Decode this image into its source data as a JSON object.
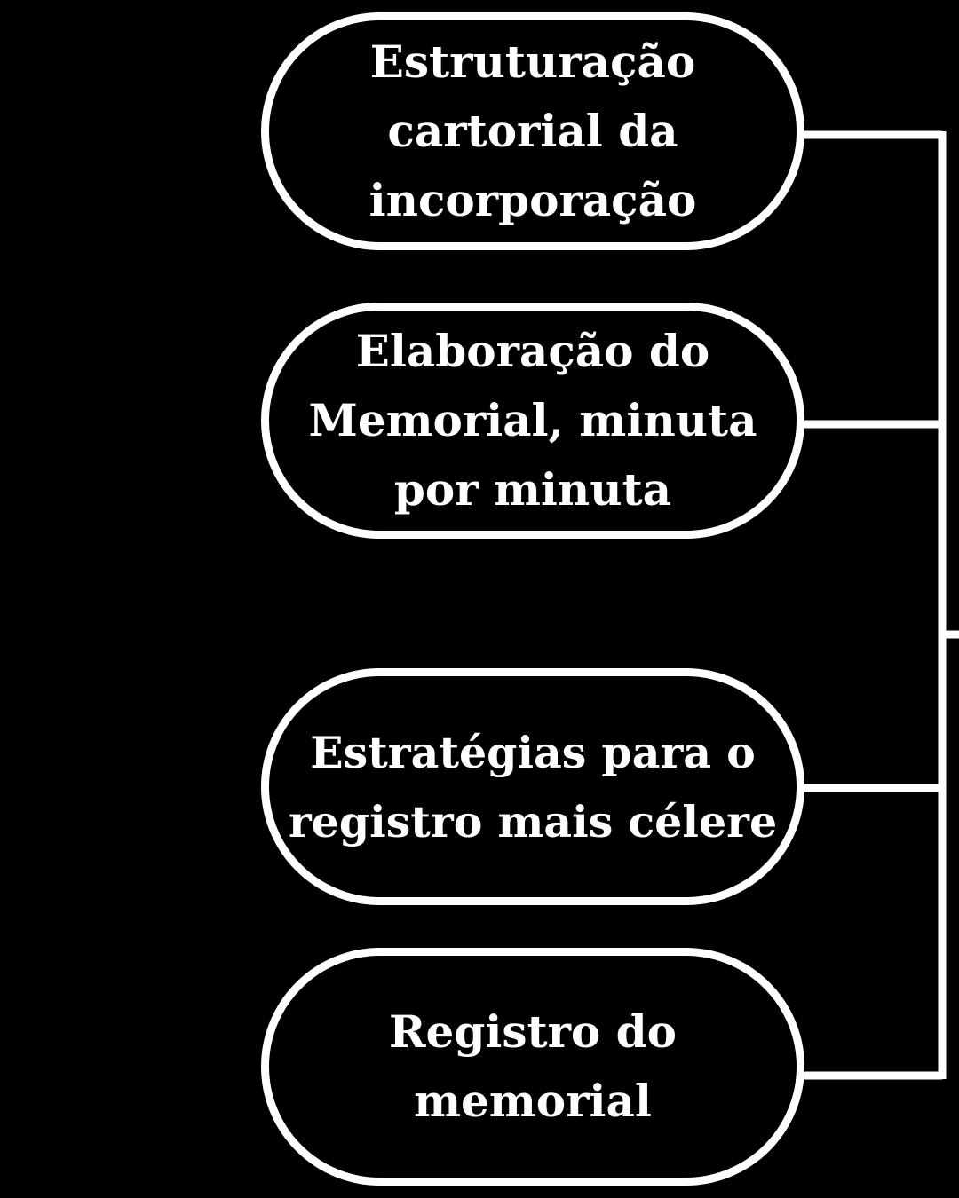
{
  "diagram": {
    "nodes": [
      {
        "label": "Estruturação\ncartorial da\nincorporação"
      },
      {
        "label": "Elaboração do\nMemorial, minuta\npor minuta"
      },
      {
        "label": "Estratégias para o\nregistro mais célere"
      },
      {
        "label": "Registro do\nmemorial"
      }
    ],
    "colors": {
      "background": "#000000",
      "stroke": "#ffffff",
      "text": "#ffffff"
    }
  }
}
